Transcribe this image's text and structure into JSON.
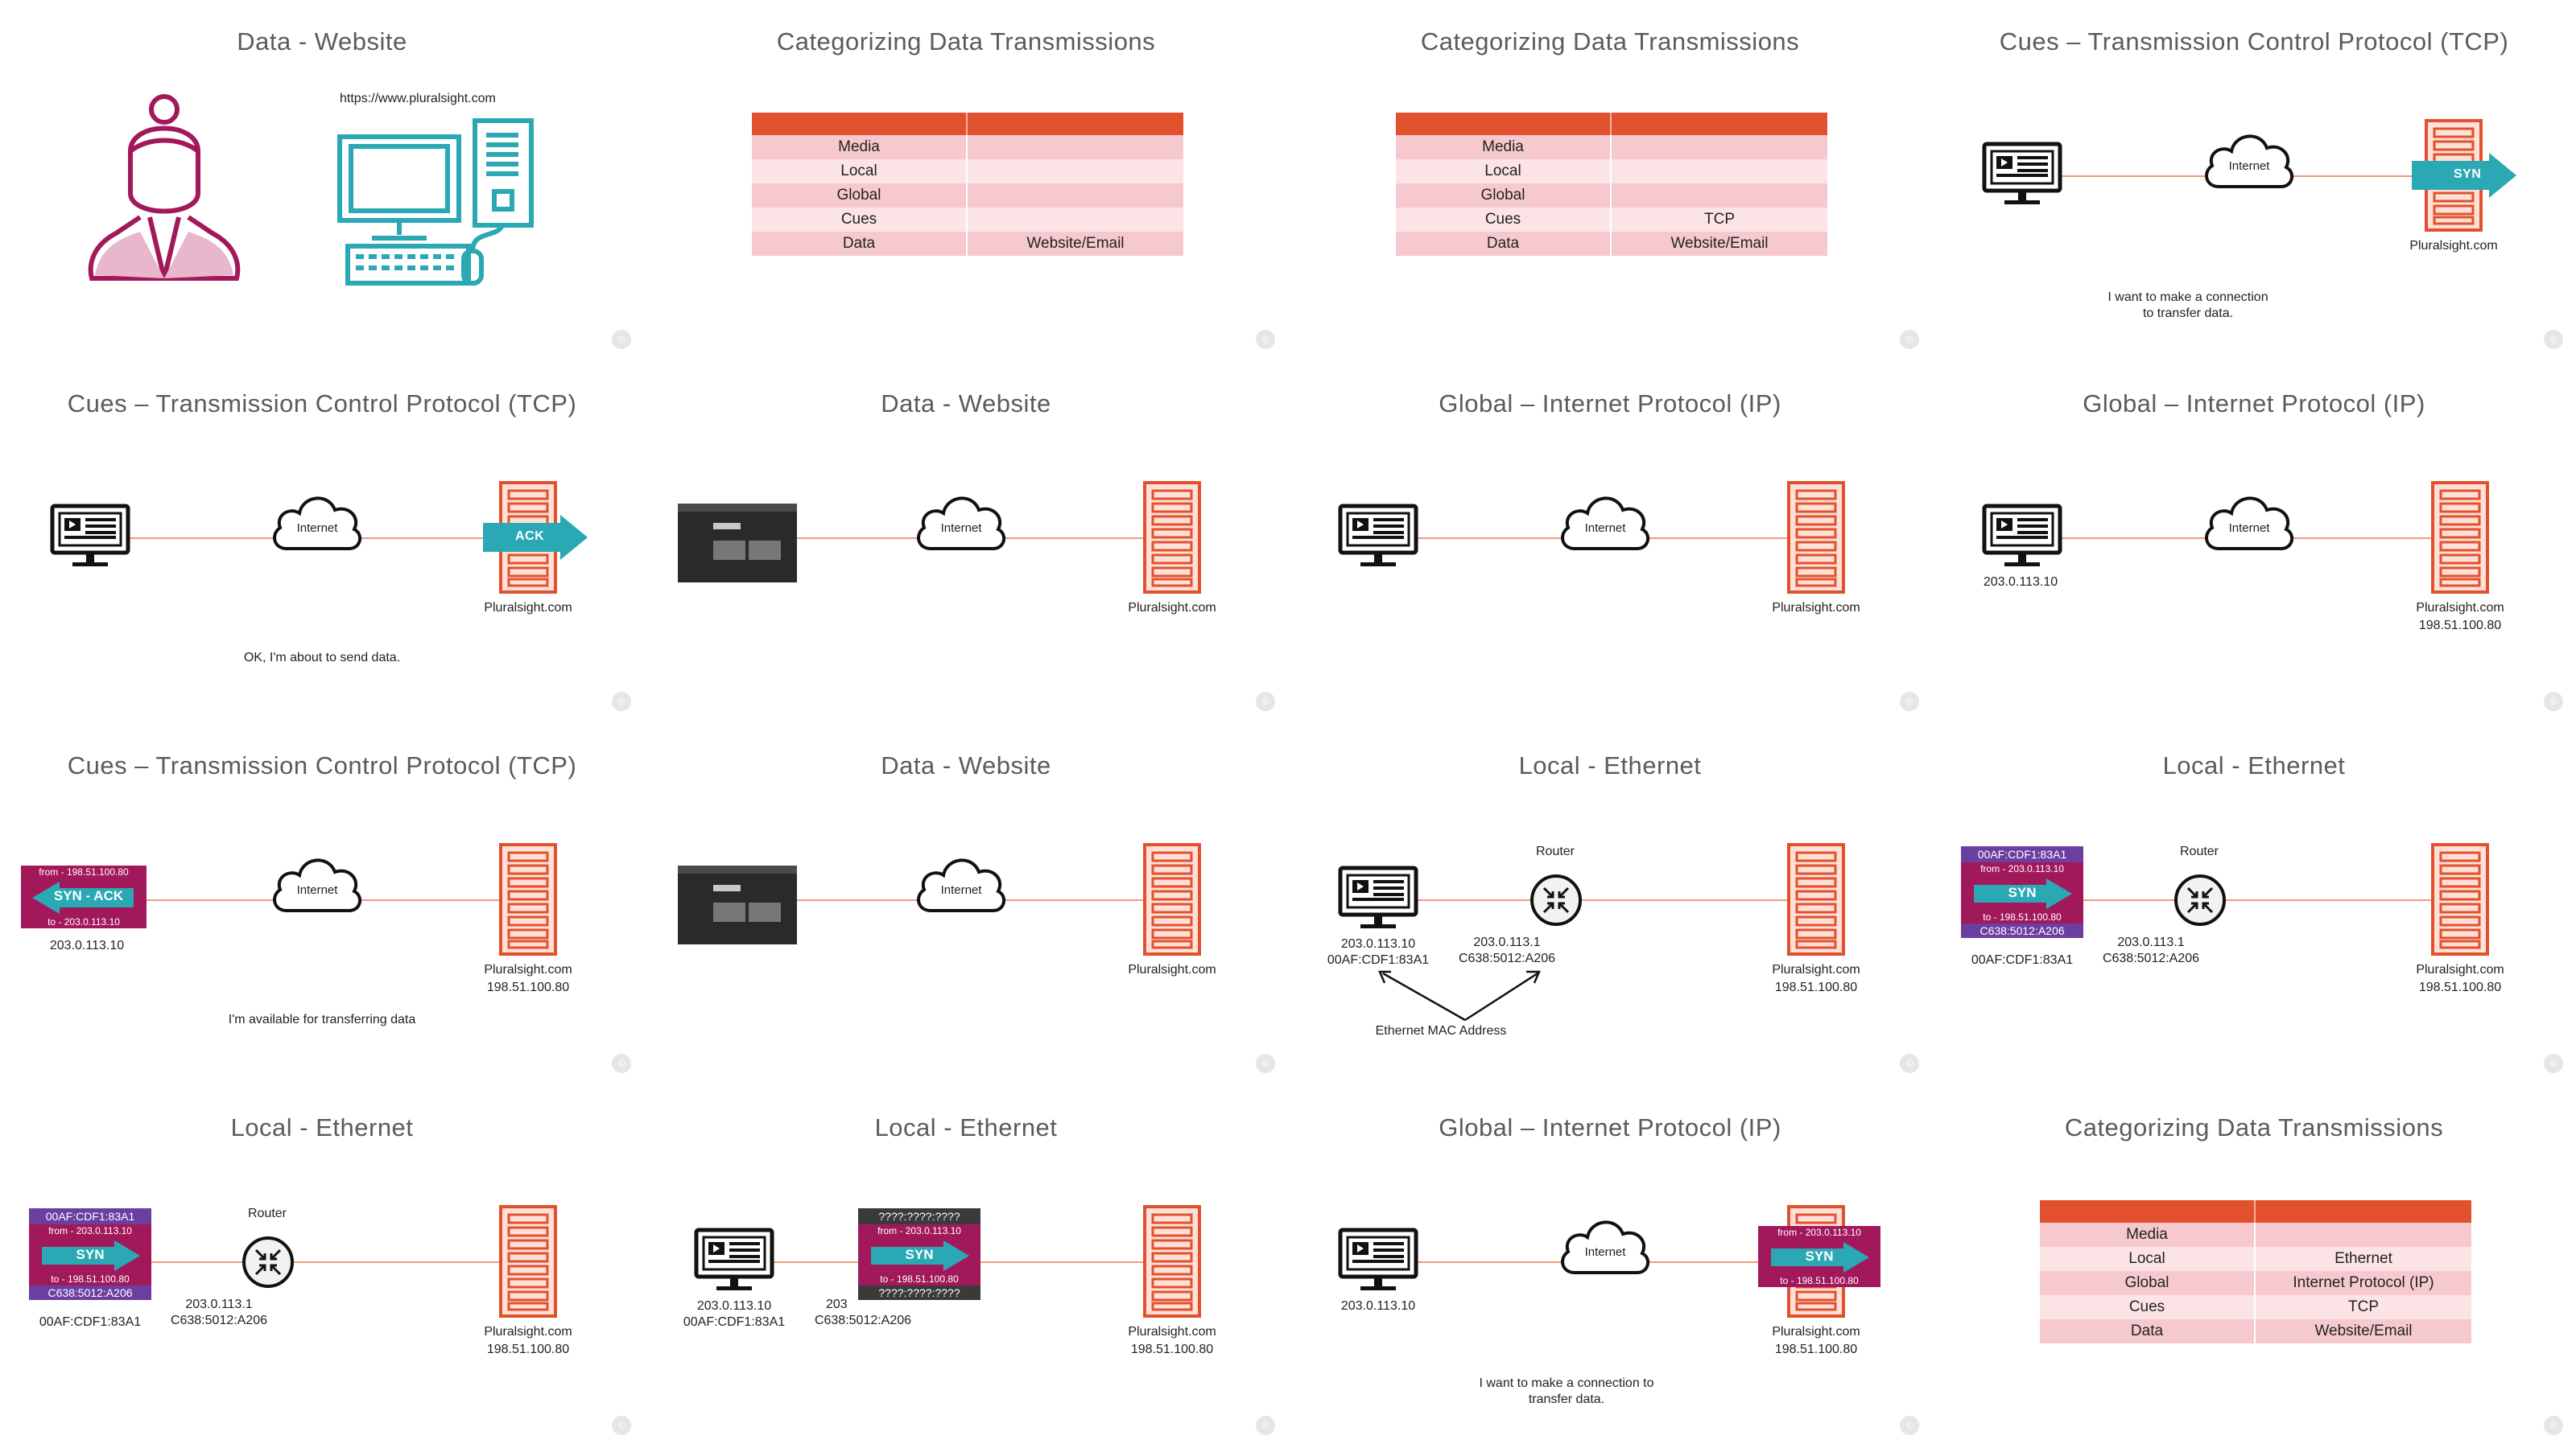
{
  "common": {
    "internet": "Internet",
    "router": "Router",
    "server_name": "Pluralsight.com",
    "server_ip": "198.51.100.80",
    "client_ip": "203.0.113.10",
    "client_mac": "00AF:CDF1:83A1",
    "router_ip": "203.0.113.1",
    "router_mac": "C638:5012:A206",
    "watermark": "©"
  },
  "slides": [
    {
      "title": "Data - Website",
      "url": "https://www.pluralsight.com"
    },
    {
      "title": "Categorizing Data Transmissions",
      "table": [
        {
          "k": "Media",
          "v": ""
        },
        {
          "k": "Local",
          "v": ""
        },
        {
          "k": "Global",
          "v": ""
        },
        {
          "k": "Cues",
          "v": ""
        },
        {
          "k": "Data",
          "v": "Website/Email"
        }
      ]
    },
    {
      "title": "Categorizing Data Transmissions",
      "table": [
        {
          "k": "Media",
          "v": ""
        },
        {
          "k": "Local",
          "v": ""
        },
        {
          "k": "Global",
          "v": ""
        },
        {
          "k": "Cues",
          "v": "TCP"
        },
        {
          "k": "Data",
          "v": "Website/Email"
        }
      ]
    },
    {
      "title": "Cues – Transmission Control Protocol (TCP)",
      "arrow": "SYN",
      "caption": "I want to make a connection to transfer data."
    },
    {
      "title": "Cues – Transmission Control Protocol (TCP)",
      "arrow": "ACK",
      "caption": "OK, I'm about to send data."
    },
    {
      "title": "Data - Website"
    },
    {
      "title": "Global – Internet Protocol (IP)"
    },
    {
      "title": "Global – Internet Protocol (IP)"
    },
    {
      "title": "Cues – Transmission Control Protocol (TCP)",
      "packet": {
        "top": "from - 198.51.100.80",
        "label": "SYN - ACK",
        "bottom": "to - 203.0.113.10"
      },
      "caption": "I'm available for transferring data"
    },
    {
      "title": "Data - Website"
    },
    {
      "title": "Local - Ethernet",
      "mac_label": "Ethernet MAC Address"
    },
    {
      "title": "Local - Ethernet",
      "packet": {
        "head": "00AF:CDF1:83A1",
        "from": "from - 203.0.113.10",
        "label": "SYN",
        "to": "to - 198.51.100.80",
        "tail": "C638:5012:A206"
      }
    },
    {
      "title": "Local - Ethernet",
      "packet": {
        "head": "00AF:CDF1:83A1",
        "from": "from - 203.0.113.10",
        "label": "SYN",
        "to": "to - 198.51.100.80",
        "tail": "C638:5012:A206"
      }
    },
    {
      "title": "Local - Ethernet",
      "packet": {
        "head": "????:????:????",
        "from": "from - 203.0.113.10",
        "label": "SYN",
        "to": "to - 198.51.100.80",
        "tail": "????:????:????"
      },
      "partial_ip": "203"
    },
    {
      "title": "Global – Internet Protocol (IP)",
      "packet": {
        "from": "from - 203.0.113.10",
        "label": "SYN",
        "to": "to - 198.51.100.80"
      },
      "caption": "I want to make a connection to transfer data."
    },
    {
      "title": "Categorizing Data Transmissions",
      "table": [
        {
          "k": "Media",
          "v": ""
        },
        {
          "k": "Local",
          "v": "Ethernet"
        },
        {
          "k": "Global",
          "v": "Internet Protocol (IP)"
        },
        {
          "k": "Cues",
          "v": "TCP"
        },
        {
          "k": "Data",
          "v": "Website/Email"
        }
      ]
    }
  ]
}
